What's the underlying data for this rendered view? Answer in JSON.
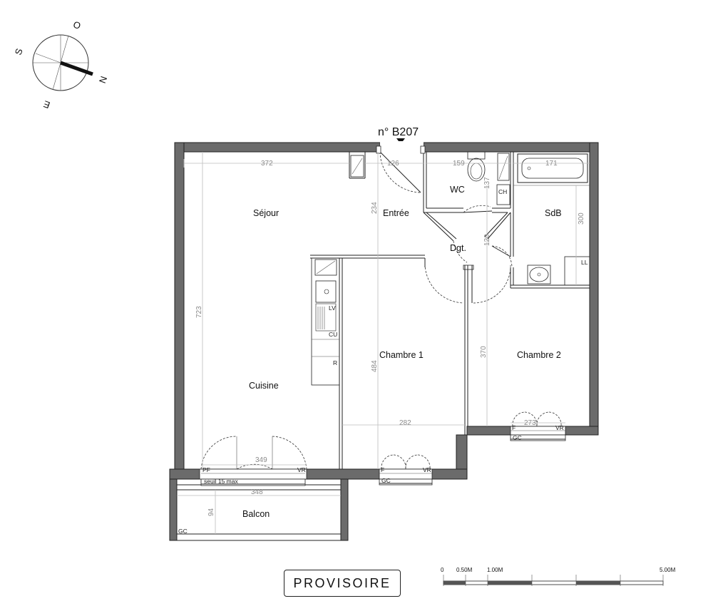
{
  "apartment_number": "n° B207",
  "rooms": {
    "sejour": "Séjour",
    "entree": "Entrée",
    "wc": "WC",
    "sdb": "SdB",
    "dgt": "Dgt.",
    "cuisine": "Cuisine",
    "chambre1": "Chambre 1",
    "chambre2": "Chambre 2",
    "balcon": "Balcon"
  },
  "dimensions": {
    "sejour_width": "372",
    "entree_width": "126",
    "wc_width": "159",
    "sdb_width": "171",
    "wc_depth": "137",
    "entree_depth": "234",
    "sdb_depth": "300",
    "dgt_depth": "120",
    "sejour_depth": "723",
    "chambre1_depth": "484",
    "chambre2_depth": "370",
    "chambre1_width": "282",
    "chambre2_window": "273",
    "cuisine_window": "349",
    "balcon_width": "348",
    "balcon_depth": "94"
  },
  "equipment": {
    "lave_vaisselle": "LV",
    "cuisson": "CU",
    "refrigerateur": "R",
    "chauffe_eau": "CH",
    "lave_linge": "LL"
  },
  "openings": {
    "pf": "PF",
    "vr": "VR",
    "f": "F",
    "gc": "GC",
    "threshold": "seuil 15 max"
  },
  "compass": {
    "north": "N",
    "south": "S",
    "east": "E",
    "west": "O"
  },
  "scale": {
    "zero": "0",
    "half": "0.50M",
    "one": "1.00M",
    "five": "5.00M"
  },
  "status_stamp": "PROVISOIRE"
}
